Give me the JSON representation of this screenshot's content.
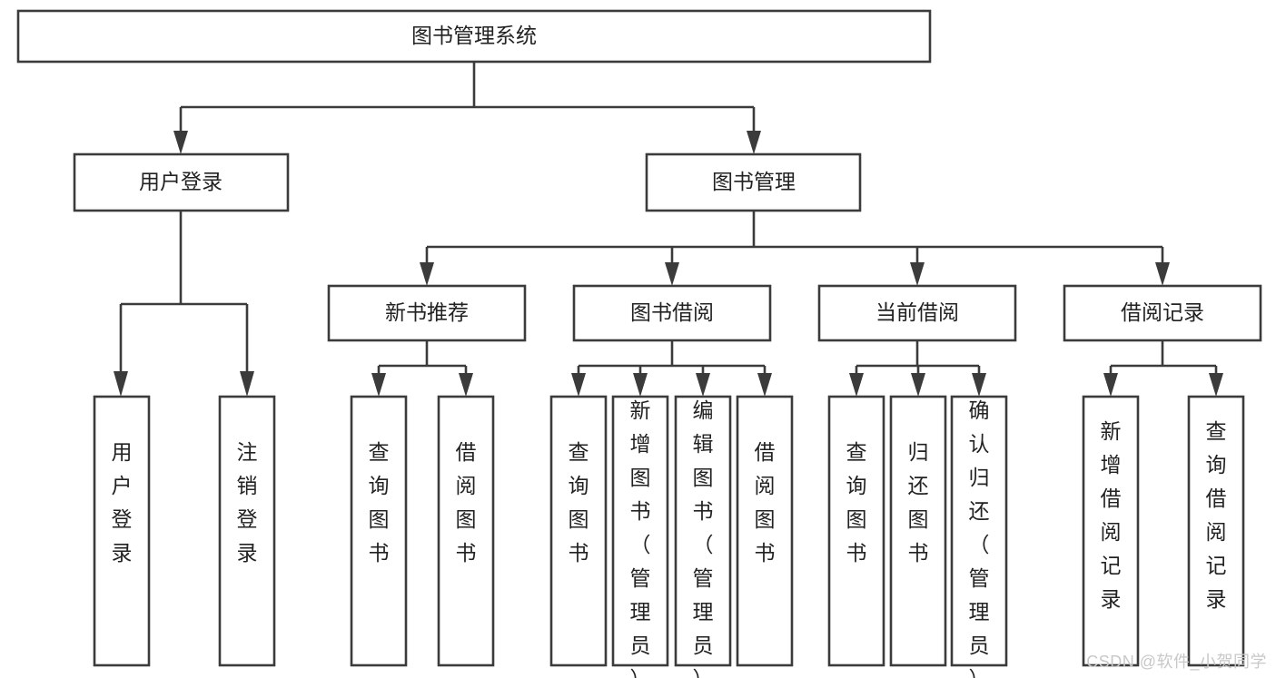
{
  "diagram": {
    "title": "图书管理系统",
    "type": "tree-hierarchy",
    "orientation": "top-down",
    "root": {
      "id": "root",
      "label": "图书管理系统"
    },
    "level2": [
      {
        "id": "user-login",
        "label": "用户登录"
      },
      {
        "id": "book-manage",
        "label": "图书管理"
      }
    ],
    "level3": [
      {
        "id": "new-book-rec",
        "label": "新书推荐",
        "parent": "book-manage"
      },
      {
        "id": "book-borrow",
        "label": "图书借阅",
        "parent": "book-manage"
      },
      {
        "id": "current-borrow",
        "label": "当前借阅",
        "parent": "book-manage"
      },
      {
        "id": "borrow-record",
        "label": "借阅记录",
        "parent": "book-manage"
      }
    ],
    "leaves": [
      {
        "id": "leaf-user-login",
        "label": "用户登录",
        "parent": "user-login"
      },
      {
        "id": "leaf-logout-login",
        "label": "注销登录",
        "parent": "user-login"
      },
      {
        "id": "leaf-query-book-1",
        "label": "查询图书",
        "parent": "new-book-rec"
      },
      {
        "id": "leaf-borrow-book-1",
        "label": "借阅图书",
        "parent": "new-book-rec"
      },
      {
        "id": "leaf-query-book-2",
        "label": "查询图书",
        "parent": "book-borrow"
      },
      {
        "id": "leaf-add-book",
        "label": "新增图书（管理员）",
        "parent": "book-borrow"
      },
      {
        "id": "leaf-edit-book",
        "label": "编辑图书（管理员）",
        "parent": "book-borrow"
      },
      {
        "id": "leaf-borrow-book-2",
        "label": "借阅图书",
        "parent": "book-borrow"
      },
      {
        "id": "leaf-query-book-3",
        "label": "查询图书",
        "parent": "current-borrow"
      },
      {
        "id": "leaf-return-book",
        "label": "归还图书",
        "parent": "current-borrow"
      },
      {
        "id": "leaf-confirm-return",
        "label": "确认归还（管理员）",
        "parent": "current-borrow"
      },
      {
        "id": "leaf-add-record",
        "label": "新增借阅记录",
        "parent": "borrow-record"
      },
      {
        "id": "leaf-query-record",
        "label": "查询借阅记录",
        "parent": "borrow-record"
      }
    ],
    "colors": {
      "stroke": "#3b3b3b",
      "fill": "#ffffff",
      "text": "#222222",
      "watermark": "#c8c8c8"
    }
  },
  "watermark": {
    "text": "CSDN @软件_小贺同学"
  }
}
